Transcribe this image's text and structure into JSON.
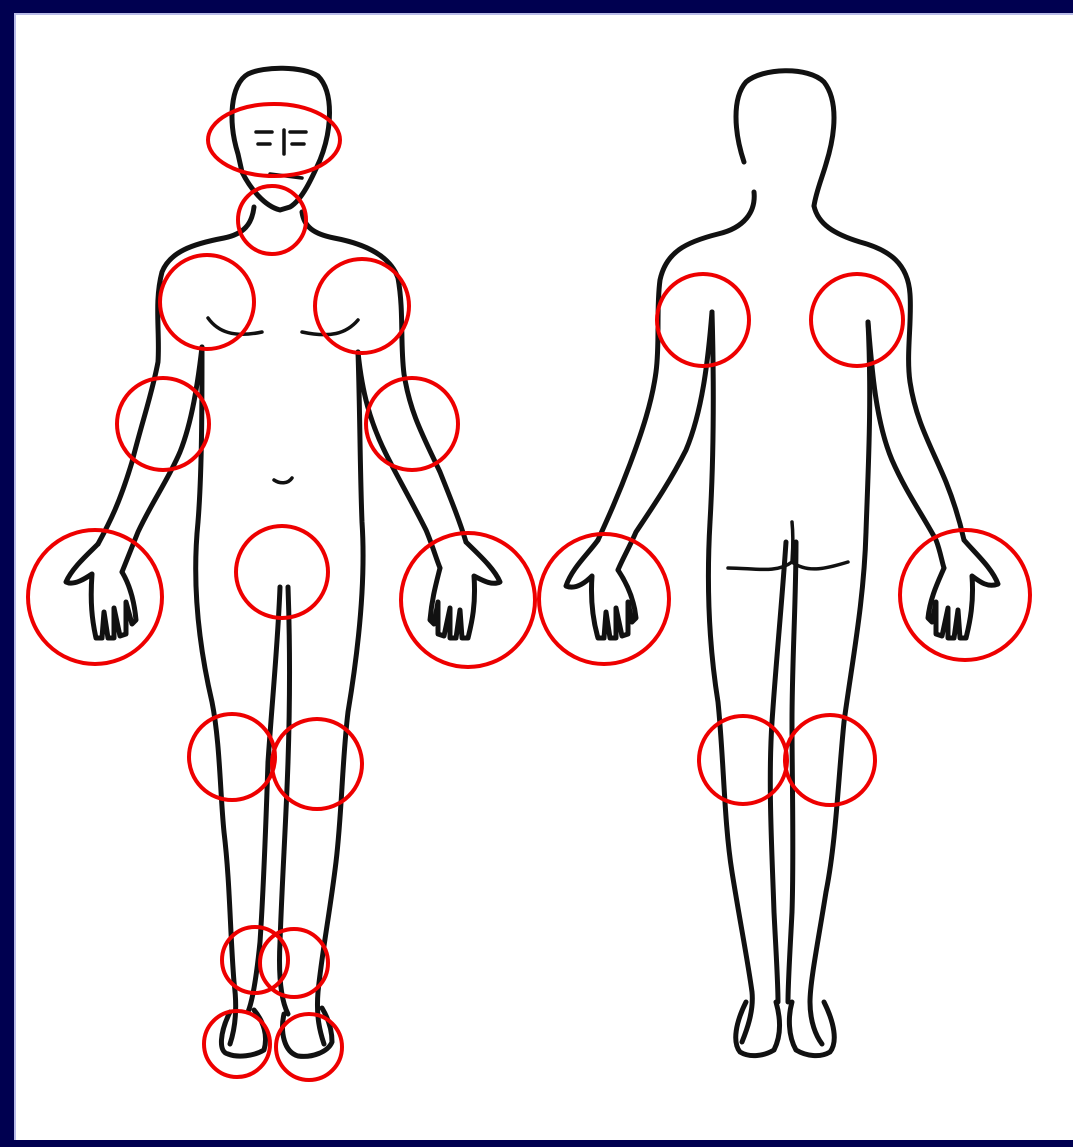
{
  "figure": {
    "background": "#000050",
    "panel": "#ffffff",
    "border_highlight": "#b9bce8",
    "line_color": "#111111",
    "marker_color": "#ee0000",
    "figures": [
      "front-view",
      "back-view"
    ]
  },
  "markers": {
    "front": [
      "jaw",
      "neck",
      "right-shoulder",
      "left-shoulder",
      "right-elbow",
      "left-elbow",
      "right-hand",
      "left-hand",
      "hip",
      "right-knee",
      "left-knee",
      "right-ankle",
      "left-ankle",
      "right-foot",
      "left-foot"
    ],
    "back": [
      "right-upper-back",
      "left-upper-back",
      "right-hand",
      "left-hand",
      "right-knee",
      "left-knee"
    ]
  }
}
